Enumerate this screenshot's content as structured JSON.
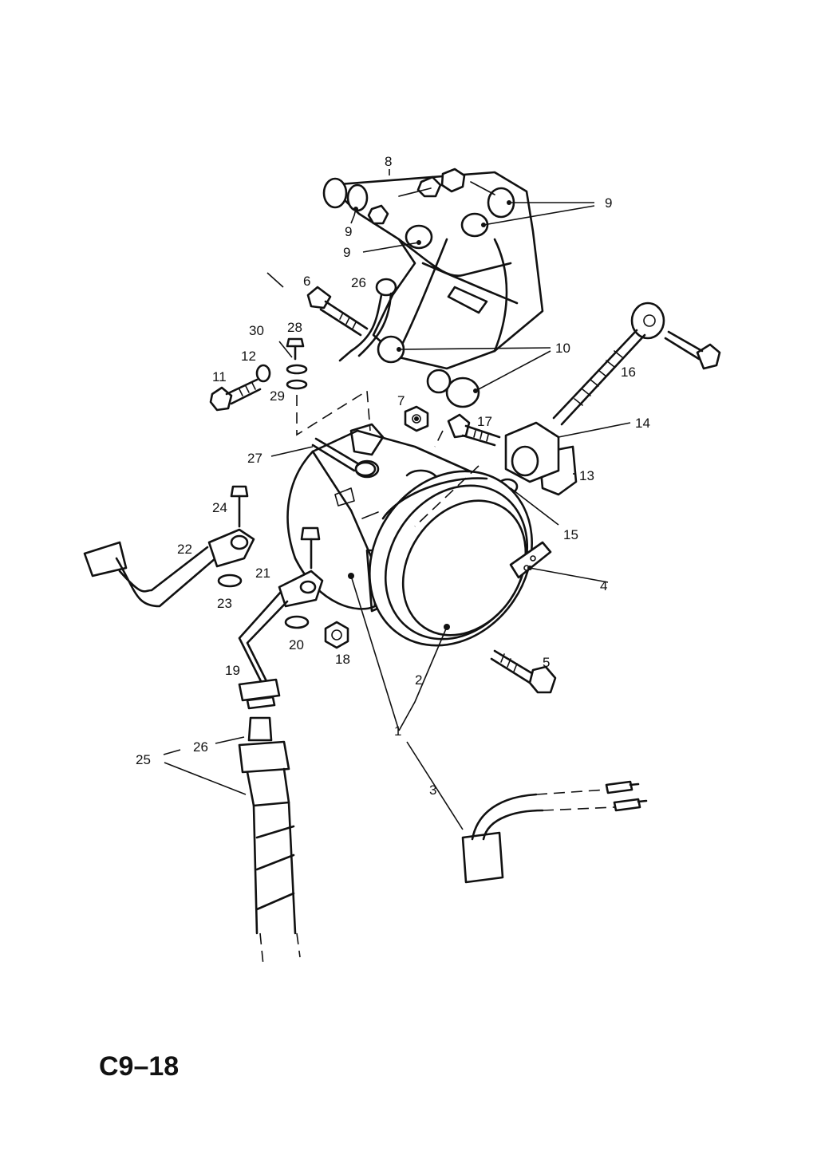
{
  "figure": {
    "code": "C9–18"
  },
  "callouts": [
    {
      "id": "c8",
      "text": "8"
    },
    {
      "id": "c9a",
      "text": "9"
    },
    {
      "id": "c9b",
      "text": "9"
    },
    {
      "id": "c9c",
      "text": "9"
    },
    {
      "id": "c6",
      "text": "6"
    },
    {
      "id": "c26a",
      "text": "26"
    },
    {
      "id": "c30",
      "text": "30"
    },
    {
      "id": "c28",
      "text": "28"
    },
    {
      "id": "c10",
      "text": "10"
    },
    {
      "id": "c12",
      "text": "12"
    },
    {
      "id": "c11",
      "text": "11"
    },
    {
      "id": "c29",
      "text": "29"
    },
    {
      "id": "c16",
      "text": "16"
    },
    {
      "id": "c7",
      "text": "7"
    },
    {
      "id": "c17",
      "text": "17"
    },
    {
      "id": "c14",
      "text": "14"
    },
    {
      "id": "c27",
      "text": "27"
    },
    {
      "id": "c13",
      "text": "13"
    },
    {
      "id": "c24",
      "text": "24"
    },
    {
      "id": "c15",
      "text": "15"
    },
    {
      "id": "c22",
      "text": "22"
    },
    {
      "id": "c21",
      "text": "21"
    },
    {
      "id": "c4",
      "text": "4"
    },
    {
      "id": "c23",
      "text": "23"
    },
    {
      "id": "c20",
      "text": "20"
    },
    {
      "id": "c18",
      "text": "18"
    },
    {
      "id": "c5",
      "text": "5"
    },
    {
      "id": "c19",
      "text": "19"
    },
    {
      "id": "c2",
      "text": "2"
    },
    {
      "id": "c1",
      "text": "1"
    },
    {
      "id": "c26b",
      "text": "26"
    },
    {
      "id": "c25",
      "text": "25"
    },
    {
      "id": "c3",
      "text": "3"
    }
  ]
}
